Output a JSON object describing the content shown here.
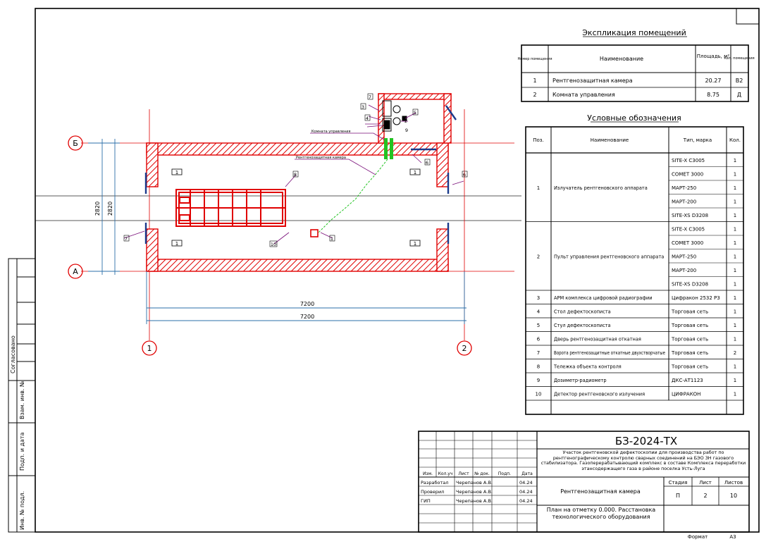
{
  "sheet": {
    "code": "БЗ-2024-ТХ",
    "project_title": "Участок рентгеновской дефектоскопии для производства работ по рентгенографическому контролю сварных соединений на БЭО ЗН газового стабилизатора. Газоперерабатывающий комплекс в составе Комплекса переработки этансодержащего газа в районе поселка Усть-Луга",
    "object_name": "Рентгенозащитная камера",
    "sheet_title": "План на отметку 0.000. Расстановка технологического оборудования",
    "stage_label": "Стадия",
    "stage_value": "П",
    "sheet_label": "Лист",
    "sheet_value": "2",
    "sheets_label": "Листов",
    "sheets_value": "10",
    "format_label": "Формат",
    "format_value": "А3",
    "rev_headers": [
      "Изм.",
      "Кол.уч",
      "Лист",
      "№ док.",
      "Подп.",
      "Дата"
    ],
    "signatures": [
      {
        "role": "Разработал",
        "name": "Черепанов А.В.",
        "date": "04.24"
      },
      {
        "role": "Проверил",
        "name": "Черепанов А.В.",
        "date": "04.24"
      },
      {
        "role": "ГИП",
        "name": "Черепанов А.В.",
        "date": "04.24"
      }
    ],
    "side_stamp": [
      "Согласовано",
      "Взам. инв. №",
      "Подп. и дата",
      "Инв. № подл."
    ]
  },
  "rooms_table": {
    "title": "Экспликация помещений",
    "headers": [
      "Номер помещения",
      "Наименование",
      "Площадь, м²",
      "Кат. помещения"
    ],
    "rows": [
      {
        "num": "1",
        "name": "Рентгенозащитная камера",
        "area": "20.27",
        "cat": "В2"
      },
      {
        "num": "2",
        "name": "Комната управления",
        "area": "8.75",
        "cat": "Д"
      }
    ]
  },
  "legend_table": {
    "title": "Условные обозначения",
    "headers": [
      "Поз.",
      "Наименование",
      "Тип, марка",
      "Кол."
    ],
    "groups": [
      {
        "pos": "1",
        "name": "Излучатель рентгеновского аппарата",
        "items": [
          {
            "type": "SITE-X C3005",
            "qty": "1"
          },
          {
            "type": "COMET 3000",
            "qty": "1"
          },
          {
            "type": "МАРТ-250",
            "qty": "1"
          },
          {
            "type": "МАРТ-200",
            "qty": "1"
          },
          {
            "type": "SITE-XS D3208",
            "qty": "1"
          }
        ]
      },
      {
        "pos": "2",
        "name": "Пульт управления рентгеновского аппарата",
        "items": [
          {
            "type": "SITE-X C3005",
            "qty": "1"
          },
          {
            "type": "COMET 3000",
            "qty": "1"
          },
          {
            "type": "МАРТ-250",
            "qty": "1"
          },
          {
            "type": "МАРТ-200",
            "qty": "1"
          },
          {
            "type": "SITE-XS D3208",
            "qty": "1"
          }
        ]
      },
      {
        "pos": "3",
        "name": "АРМ комплекса цифровой радиографии",
        "items": [
          {
            "type": "Цифракон 2532 РЗ",
            "qty": "1"
          }
        ]
      },
      {
        "pos": "4",
        "name": "Стол дефектоскописта",
        "items": [
          {
            "type": "Торговая сеть",
            "qty": "1"
          }
        ]
      },
      {
        "pos": "5",
        "name": "Стул дефектоскописта",
        "items": [
          {
            "type": "Торговая сеть",
            "qty": "1"
          }
        ]
      },
      {
        "pos": "6",
        "name": "Дверь рентгенозащитная откатная",
        "items": [
          {
            "type": "Торговая сеть",
            "qty": "1"
          }
        ]
      },
      {
        "pos": "7",
        "name": "Ворота рентгенозащитные откатные двухстворчатые",
        "items": [
          {
            "type": "Торговая сеть",
            "qty": "2"
          }
        ]
      },
      {
        "pos": "8",
        "name": "Тележка объекта контроля",
        "items": [
          {
            "type": "Торговая сеть",
            "qty": "1"
          }
        ]
      },
      {
        "pos": "9",
        "name": "Дозиметр-радиометр",
        "items": [
          {
            "type": "ДКС-АТ1123",
            "qty": "1"
          }
        ]
      },
      {
        "pos": "10",
        "name": "Детектор рентгеновского излучения",
        "items": [
          {
            "type": "ЦИФРАКОН",
            "qty": "1"
          }
        ]
      }
    ]
  },
  "plan": {
    "axes": {
      "top": "Б",
      "bottom": "А",
      "left": "1",
      "right": "2"
    },
    "dimensions": {
      "horizontal_inner": "7200",
      "horizontal_outer": "7200",
      "vertical_outer": "2820",
      "vertical_inner": "2820"
    },
    "room_tags": [
      "1",
      "1",
      "1",
      "1"
    ],
    "callouts": {
      "c7": "7",
      "c3": "3",
      "c4": "4",
      "c5": "5",
      "c2": "2",
      "c9": "9",
      "c6": "6",
      "c6b": "6",
      "c8": "8",
      "c10": "10",
      "c1": "1",
      "leader_text_1": "Комната управления",
      "leader_text_2": "Рентгенозащитная камера"
    }
  },
  "colors": {
    "wall": "#e00000",
    "dim": "#2b6fa8",
    "grid": "#1a1a8c",
    "callout": "#7a0f7a",
    "cable": "#22c322"
  }
}
